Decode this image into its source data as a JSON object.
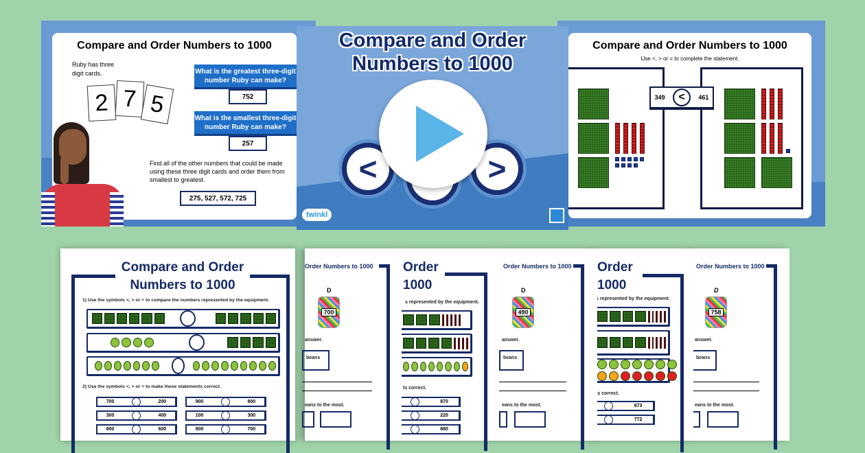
{
  "colors": {
    "background": "#9fd3a9",
    "slide_blue": "#6a9bd4",
    "navy": "#152a66",
    "question_blue": "#1f6fc8",
    "play_triangle": "#5ab4e8"
  },
  "slide1": {
    "title": "Compare and Order Numbers to 1000",
    "intro": "Ruby has three digit cards.",
    "digits": [
      "2",
      "7",
      "5"
    ],
    "q1": "What is the greatest three-digit number Ruby can make?",
    "a1": "752",
    "q2": "What is the smallest three-digit number Ruby can make?",
    "a2": "257",
    "task": "Find all of the other numbers that could be made using these three digit cards and order them from smallest to greatest.",
    "answer": "275, 527, 572, 725"
  },
  "slide2": {
    "title_line1": "Compare and Order",
    "title_line2": "Numbers to 1000",
    "symbols": [
      "<",
      ">"
    ],
    "logo": "twinkl",
    "play_icon": "play-icon"
  },
  "slide3": {
    "title": "Compare and Order Numbers to 1000",
    "subtitle": "Use <, > or = to complete the statement.",
    "left_number": "349",
    "symbol": "<",
    "right_number": "461"
  },
  "sheet1": {
    "title_line1": "Compare and Order",
    "title_line2": "Numbers to 1000",
    "q1": "1) Use the symbols <, > or = to compare the numbers represented by the equipment.",
    "q2": "2) Use the symbols <, > or = to make these statements correct.",
    "pairs": [
      [
        "700",
        "200"
      ],
      [
        "900",
        "800"
      ],
      [
        "300",
        "400"
      ],
      [
        "100",
        "300"
      ],
      [
        "800",
        "600"
      ],
      [
        "800",
        "700"
      ]
    ]
  },
  "sheet_jar": [
    {
      "header": "Order Numbers to 1000",
      "label": "D",
      "jar": "700",
      "answer": "answer.",
      "beans": "beans",
      "most": "eans to the most."
    },
    {
      "header": "Order Numbers to 1000",
      "label": "D",
      "jar": "490",
      "answer": "answer.",
      "beans": "beans",
      "most": "eans to the most."
    },
    {
      "header": "Order Numbers to 1000",
      "label": "D",
      "jar": "758",
      "answer": "answer.",
      "beans": "beans",
      "most": "eans to the most."
    }
  ],
  "sheet_partial": [
    {
      "line1": "Order",
      "line2": "1000",
      "q1": "s represented by the equipment.",
      "q2": "ts correct.",
      "values": [
        "870",
        "220",
        "880"
      ]
    },
    {
      "line1": "Order",
      "line2": "1000",
      "q1": "s represented by the equipment.",
      "q2": "ts correct.",
      "values": [
        "873",
        "772"
      ]
    }
  ]
}
